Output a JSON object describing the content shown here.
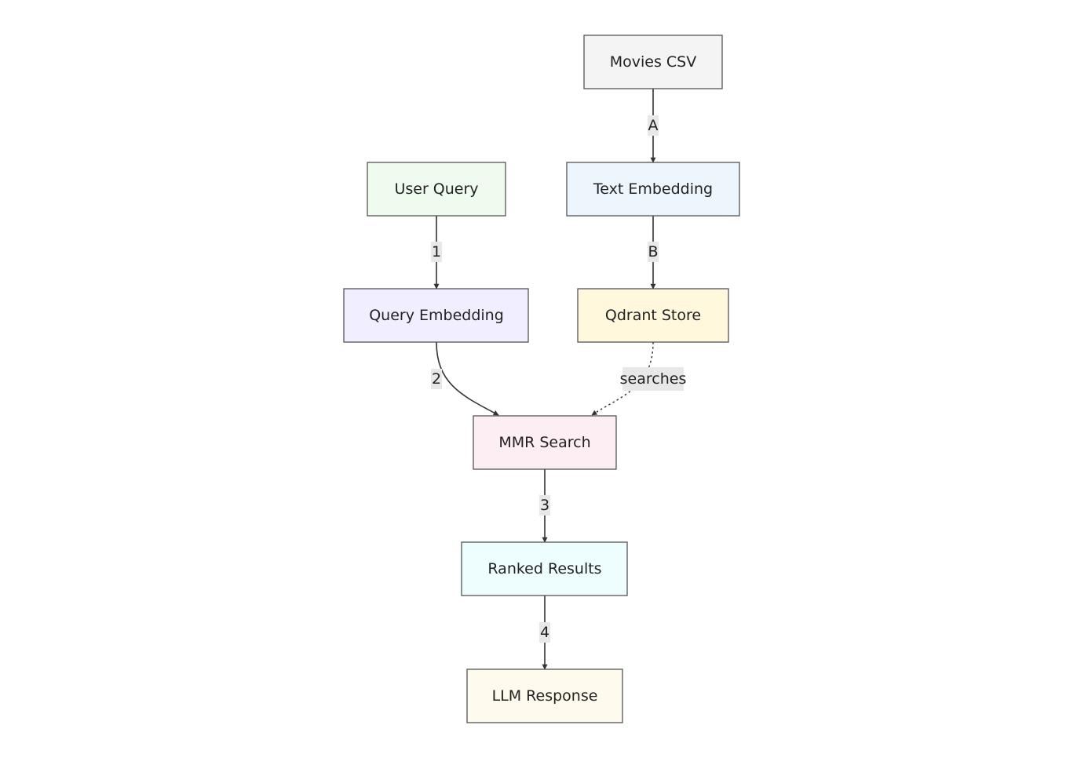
{
  "nodes": {
    "movies_csv": {
      "label": "Movies CSV",
      "fill": "#f4f4f4"
    },
    "text_embedding": {
      "label": "Text Embedding",
      "fill": "#eef6fd"
    },
    "user_query": {
      "label": "User Query",
      "fill": "#eefbee"
    },
    "query_embedding": {
      "label": "Query Embedding",
      "fill": "#f1efff"
    },
    "qdrant_store": {
      "label": "Qdrant Store",
      "fill": "#fff8dd"
    },
    "mmr_search": {
      "label": "MMR Search",
      "fill": "#fdeef3"
    },
    "ranked_results": {
      "label": "Ranked Results",
      "fill": "#eefdfd"
    },
    "llm_response": {
      "label": "LLM Response",
      "fill": "#fffaee"
    }
  },
  "edges": {
    "a": {
      "label": "A",
      "from": "Movies CSV",
      "to": "Text Embedding",
      "style": "solid"
    },
    "b": {
      "label": "B",
      "from": "Text Embedding",
      "to": "Qdrant Store",
      "style": "solid"
    },
    "e1": {
      "label": "1",
      "from": "User Query",
      "to": "Query Embedding",
      "style": "solid"
    },
    "e2": {
      "label": "2",
      "from": "Query Embedding",
      "to": "MMR Search",
      "style": "solid"
    },
    "searches": {
      "label": "searches",
      "from": "Qdrant Store",
      "to": "MMR Search",
      "style": "dotted"
    },
    "e3": {
      "label": "3",
      "from": "MMR Search",
      "to": "Ranked Results",
      "style": "solid"
    },
    "e4": {
      "label": "4",
      "from": "Ranked Results",
      "to": "LLM Response",
      "style": "solid"
    }
  }
}
